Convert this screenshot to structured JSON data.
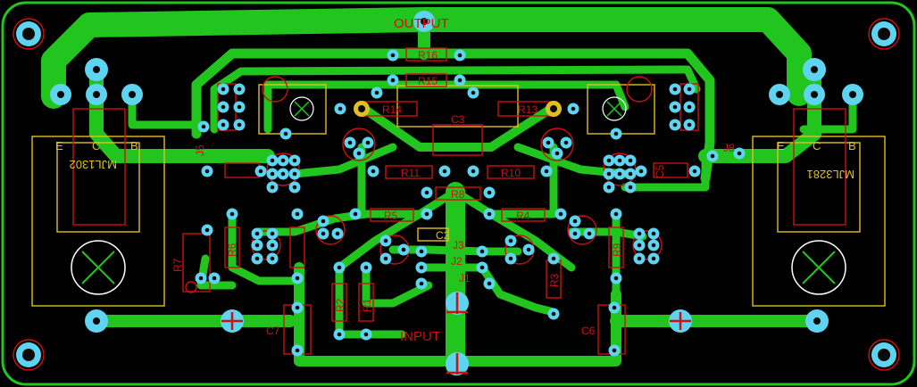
{
  "colors": {
    "board": "#000000",
    "outline": "#22c41e",
    "copper": "#22c41e",
    "pad": "#5fd4f0",
    "silkscreen": "#d01010",
    "outline_silk": "#e0c020"
  },
  "connectors": {
    "output": "OUTPUT",
    "input": "INPUT"
  },
  "power_transistors": [
    {
      "id": "left",
      "label": "MJL1302",
      "pins": [
        "E",
        "C",
        "B"
      ]
    },
    {
      "id": "right",
      "label": "MJL3281",
      "pins": [
        "E",
        "C",
        "B"
      ]
    }
  ],
  "resistors": [
    "R16",
    "R15",
    "R14",
    "R13",
    "R11",
    "R10",
    "R8",
    "R5",
    "R4",
    "R6",
    "R7",
    "R2",
    "R1",
    "R3",
    "R9"
  ],
  "capacitors": [
    "C3",
    "C2",
    "C5",
    "C6",
    "C7"
  ],
  "jumpers": [
    "J1",
    "J2",
    "J3",
    "J5",
    "J8"
  ]
}
